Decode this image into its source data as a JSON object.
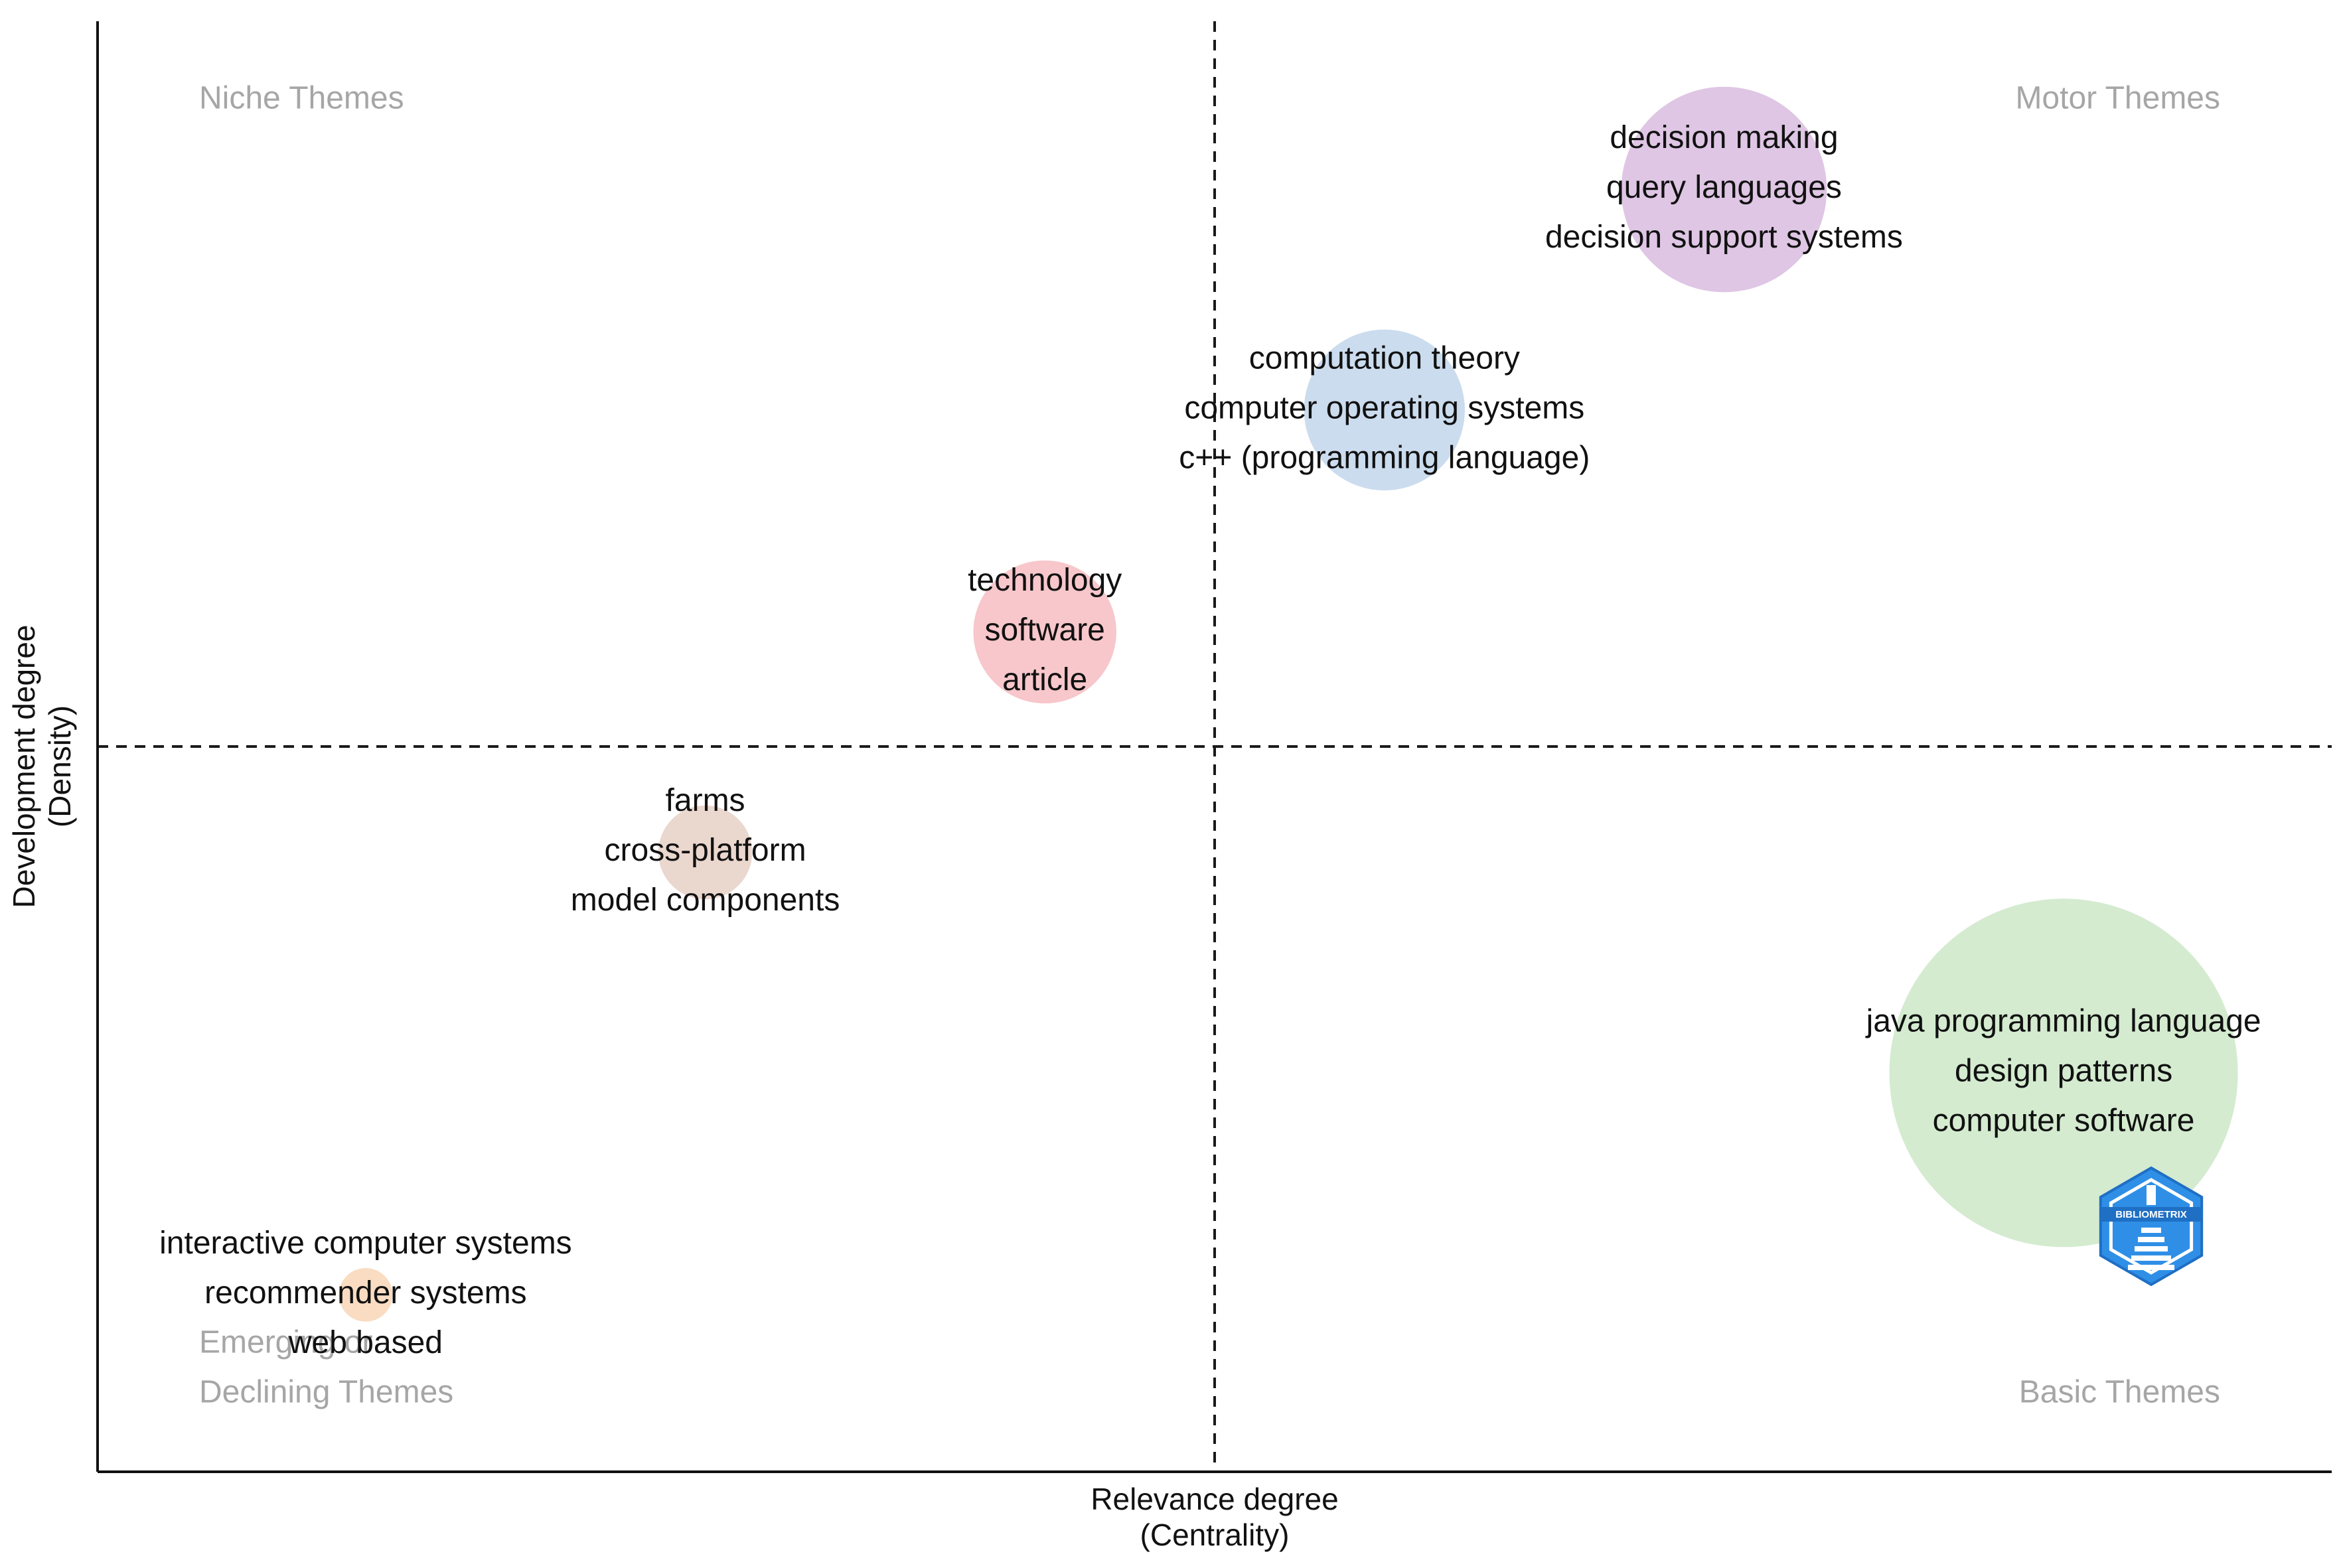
{
  "chart_data": {
    "type": "scatter",
    "title": "",
    "xlabel": [
      "Relevance degree",
      "(Centrality)"
    ],
    "ylabel": [
      "Development degree",
      "(Density)"
    ],
    "xlim": [
      0,
      100
    ],
    "ylim": [
      0,
      100
    ],
    "divider": {
      "x": 50,
      "y": 50
    },
    "quadrants": [
      {
        "label": "Niche Themes",
        "corner": "top-left"
      },
      {
        "label": "Motor Themes",
        "corner": "top-right"
      },
      {
        "label": "Emerging or",
        "corner": "bottom-left-upper"
      },
      {
        "label": "Declining Themes",
        "corner": "bottom-left"
      },
      {
        "label": "Basic Themes",
        "corner": "bottom-right"
      }
    ],
    "clusters": [
      {
        "x": 72.8,
        "y": 88.4,
        "size": 4.6,
        "color": "#c9a0d2",
        "labels": [
          "decision making",
          "query languages",
          "decision support systems"
        ]
      },
      {
        "x": 57.6,
        "y": 73.2,
        "size": 3.6,
        "color": "#a9c4e2",
        "labels": [
          "computation theory",
          "computer operating systems",
          "c++ (programming language)"
        ]
      },
      {
        "x": 42.4,
        "y": 57.9,
        "size": 3.2,
        "color": "#f1a1a8",
        "labels": [
          "technology",
          "software",
          "article"
        ]
      },
      {
        "x": 27.2,
        "y": 42.7,
        "size": 2.1,
        "color": "#dcbcac",
        "labels": [
          "farms",
          "cross-platform",
          "model components"
        ]
      },
      {
        "x": 88.0,
        "y": 27.5,
        "size": 7.8,
        "color": "#b7deb0",
        "labels": [
          "java programming language",
          "design patterns",
          "computer software"
        ]
      },
      {
        "x": 12.0,
        "y": 12.2,
        "size": 1.2,
        "color": "#f5c59a",
        "labels": [
          "interactive computer systems",
          "recommender systems",
          "web based"
        ]
      }
    ],
    "logo": {
      "text": "BIBLIOMETRIX",
      "color": "#2f8fe6"
    }
  }
}
